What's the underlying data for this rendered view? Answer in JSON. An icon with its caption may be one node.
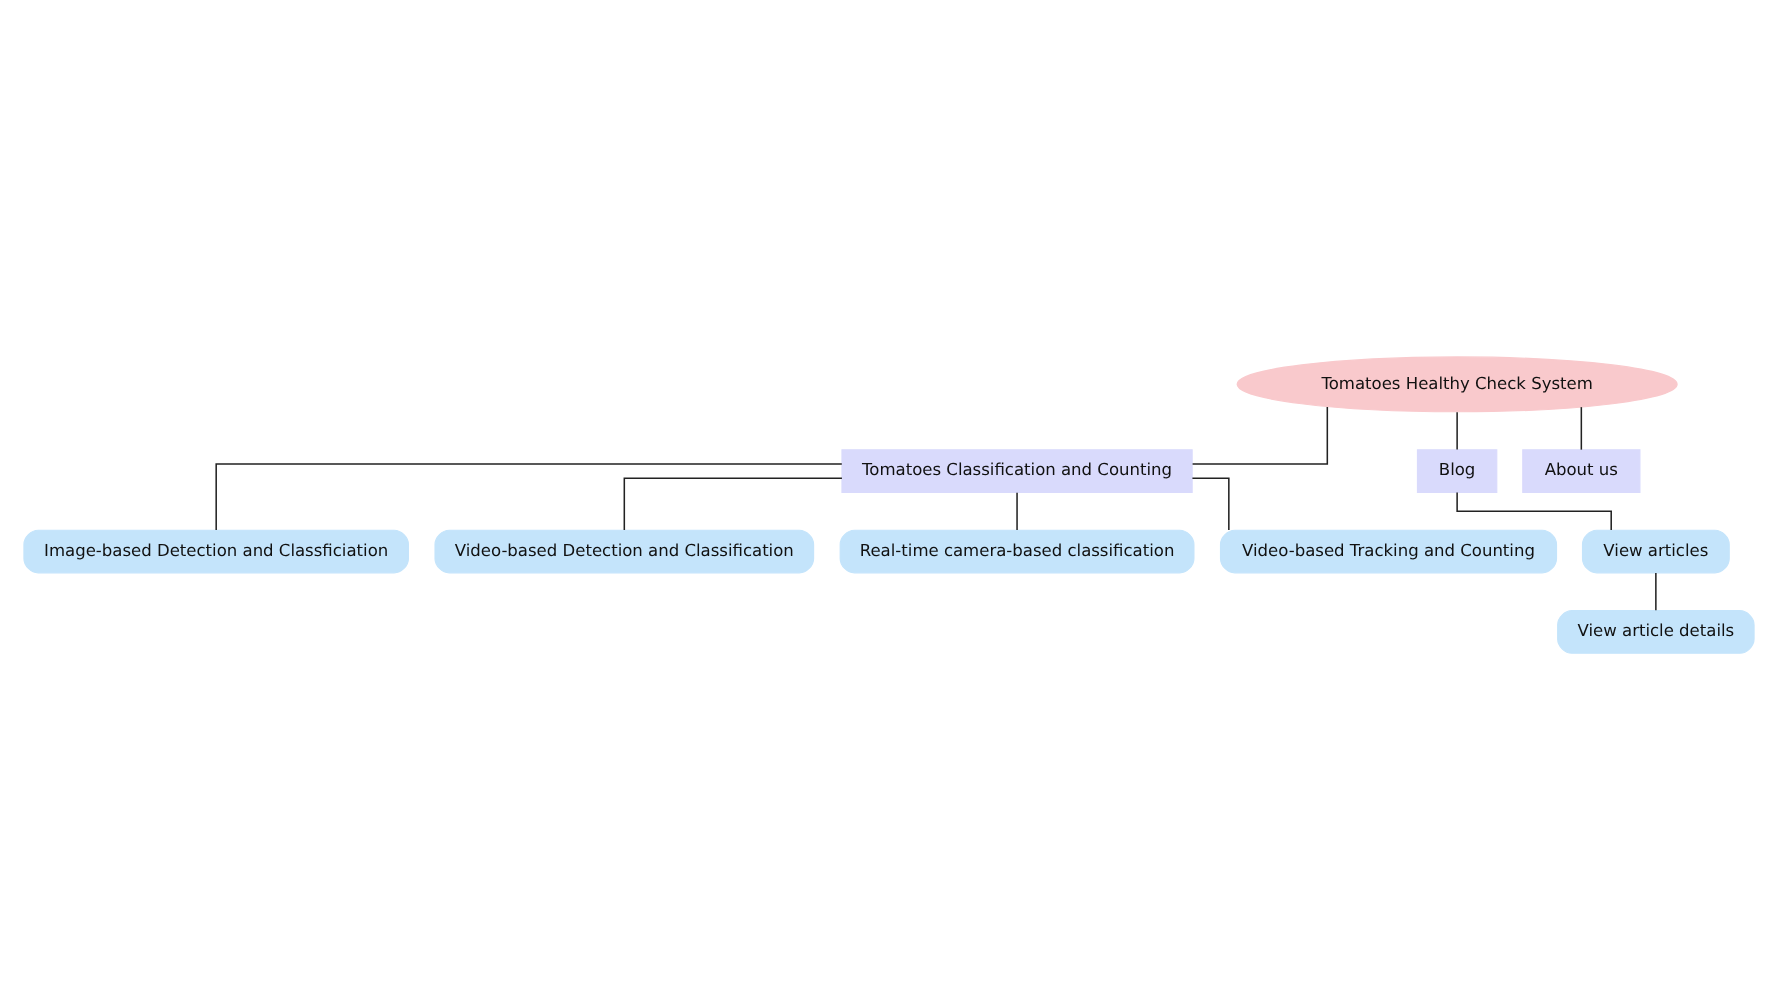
{
  "diagram": {
    "nodes": [
      {
        "text": [
          "Tomatoes Healthy Check System"
        ]
      },
      {
        "text": [
          "Tomatoes Classification and Counting"
        ]
      },
      {
        "text": [
          "Blog"
        ]
      },
      {
        "text": [
          "About us"
        ]
      },
      {
        "text": [
          "Image-based Detection and Classficiation"
        ]
      },
      {
        "text": [
          "Video-based Detection and Classification"
        ]
      },
      {
        "text": [
          "Real-time camera-based classification"
        ]
      },
      {
        "text": [
          "Video-based Tracking and Counting"
        ]
      },
      {
        "text": [
          "View articles"
        ]
      },
      {
        "text": [
          "View article details"
        ]
      }
    ],
    "edges": [
      {
        "from": 0,
        "to": 1,
        "arrow": "none"
      },
      {
        "from": 0,
        "to": 2,
        "arrow": "none"
      },
      {
        "from": 0,
        "to": 3,
        "arrow": "none"
      },
      {
        "from": 1,
        "to": 4,
        "arrow": "none"
      },
      {
        "from": 1,
        "to": 5,
        "arrow": "none"
      },
      {
        "from": 1,
        "to": 6,
        "arrow": "none"
      },
      {
        "from": 1,
        "to": 7,
        "arrow": "none"
      },
      {
        "from": 2,
        "to": 8,
        "arrow": "none"
      },
      {
        "from": 8,
        "to": 9,
        "arrow": "none"
      }
    ]
  }
}
